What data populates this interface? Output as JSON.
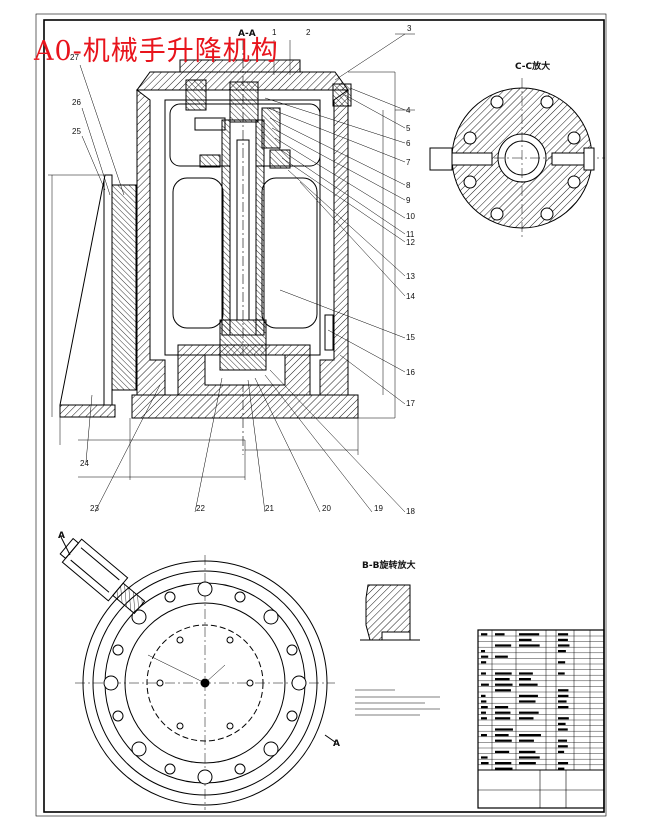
{
  "title_banner": "A0-机械手升降机构",
  "section_labels": {
    "main": "A-A",
    "detail_c": "C-C放大",
    "detail_b": "B-B旋转放大",
    "arrow_a_top": "A",
    "arrow_a_bottom": "A"
  },
  "callouts_right": [
    "1",
    "2",
    "3",
    "4",
    "5",
    "6",
    "7",
    "8",
    "9",
    "10",
    "11",
    "12",
    "13",
    "14",
    "15",
    "16",
    "17",
    "18",
    "19",
    "20",
    "21",
    "22",
    "23",
    "24"
  ],
  "callouts_left": [
    "27",
    "26",
    "25"
  ],
  "colors": {
    "line": "#000000",
    "title": "#e8141c",
    "hatch": "#000000"
  }
}
